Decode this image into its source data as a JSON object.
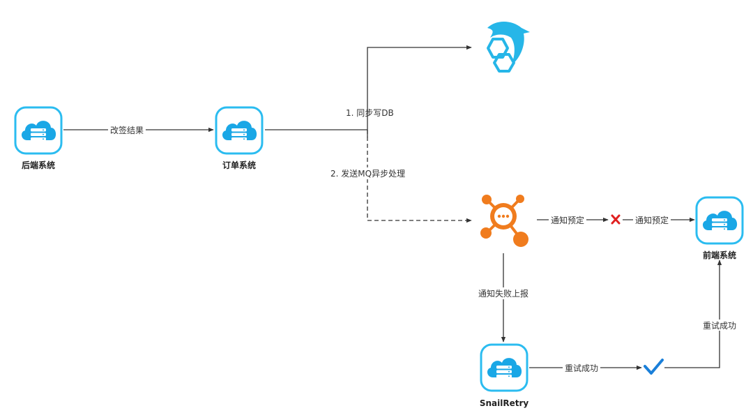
{
  "nodes": {
    "backend": {
      "label": "后端系统"
    },
    "order": {
      "label": "订单系统"
    },
    "frontend": {
      "label": "前端系统"
    },
    "snailretry": {
      "label": "SnailRetry"
    }
  },
  "edges": {
    "change_result": "改签结果",
    "sync_write_db": "1. 同步写DB",
    "send_mq": "2. 发送MQ异步处理",
    "notify_booking_1": "通知预定",
    "notify_booking_2": "通知预定",
    "report_failure": "通知失败上报",
    "retry_success_1": "重试成功",
    "retry_success_2": "重试成功"
  },
  "icons": {
    "server": "cloud-server-icon",
    "database": "dolphin-database-icon",
    "mq": "message-queue-icon",
    "fail": "cross-icon",
    "success": "check-icon"
  },
  "colors": {
    "server_border": "#2bbcf0",
    "server_fill": "#1aa7e6",
    "mq_orange": "#f07c1e",
    "db_cyan": "#26b6e8",
    "fail_red": "#e02020",
    "success_blue": "#1a7fd9",
    "line": "#333333"
  }
}
